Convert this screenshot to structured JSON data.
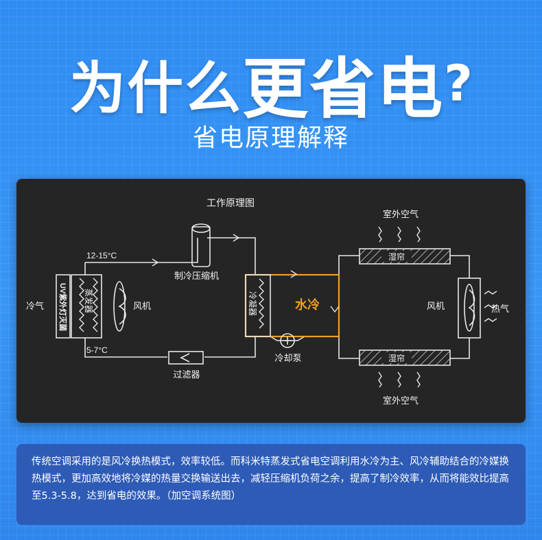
{
  "headline": {
    "prefix": "为什么",
    "main": "更省电",
    "mark": "?"
  },
  "subtitle": "省电原理解释",
  "diagram": {
    "title": "工作原理图",
    "cold_air": "冷气",
    "uv_lamp": "UV紫外灯灭菌",
    "evaporator": "蒸发器",
    "fan_left": "风机",
    "temp_high": "12-15°C",
    "temp_low": "5-7°C",
    "compressor": "制冷压缩机",
    "condenser": "冷凝器",
    "water_cooling": "水冷",
    "cooling_pump": "冷却泵",
    "filter": "过滤器",
    "wet_curtain_top": "湿帘",
    "wet_curtain_bottom": "湿帘",
    "outdoor_air_top": "室外空气",
    "outdoor_air_bottom": "室外空气",
    "fan_right": "风机",
    "hot_air": "热气"
  },
  "description": "传统空调采用的是风冷换热模式，效率较低。而科米特蒸发式省电空调利用水冷为主、风冷辅助结合的冷媒换热模式，更加高效地将冷媒的热量交换输送出去，减轻压缩机负荷之余，提高了制冷效率，从而将能效比提高至5.3-5.8，达到省电的效果。（加空调系统图）",
  "colors": {
    "background": "#3a96f5",
    "panel": "#252525",
    "accent": "#f0a020",
    "description_bg": "#2d5bb6"
  }
}
